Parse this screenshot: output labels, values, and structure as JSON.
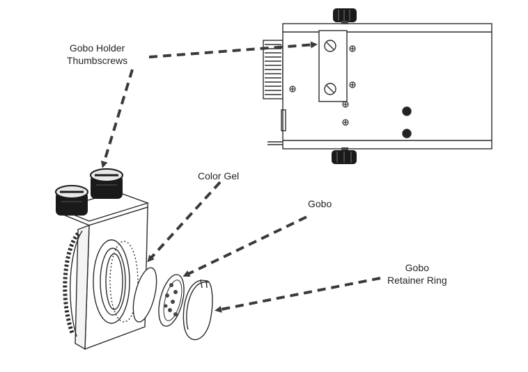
{
  "diagram": {
    "title": "",
    "labels": {
      "thumbscrews_line1": "Gobo Holder",
      "thumbscrews_line2": "Thumbscrews",
      "color_gel": "Color Gel",
      "gobo": "Gobo",
      "retainer_line1": "Gobo",
      "retainer_line2": "Retainer Ring"
    },
    "colors": {
      "line": "#2a2a2a",
      "arrow": "#3a3a3a",
      "knob": "#1a1a1a",
      "background": "#ffffff"
    }
  }
}
